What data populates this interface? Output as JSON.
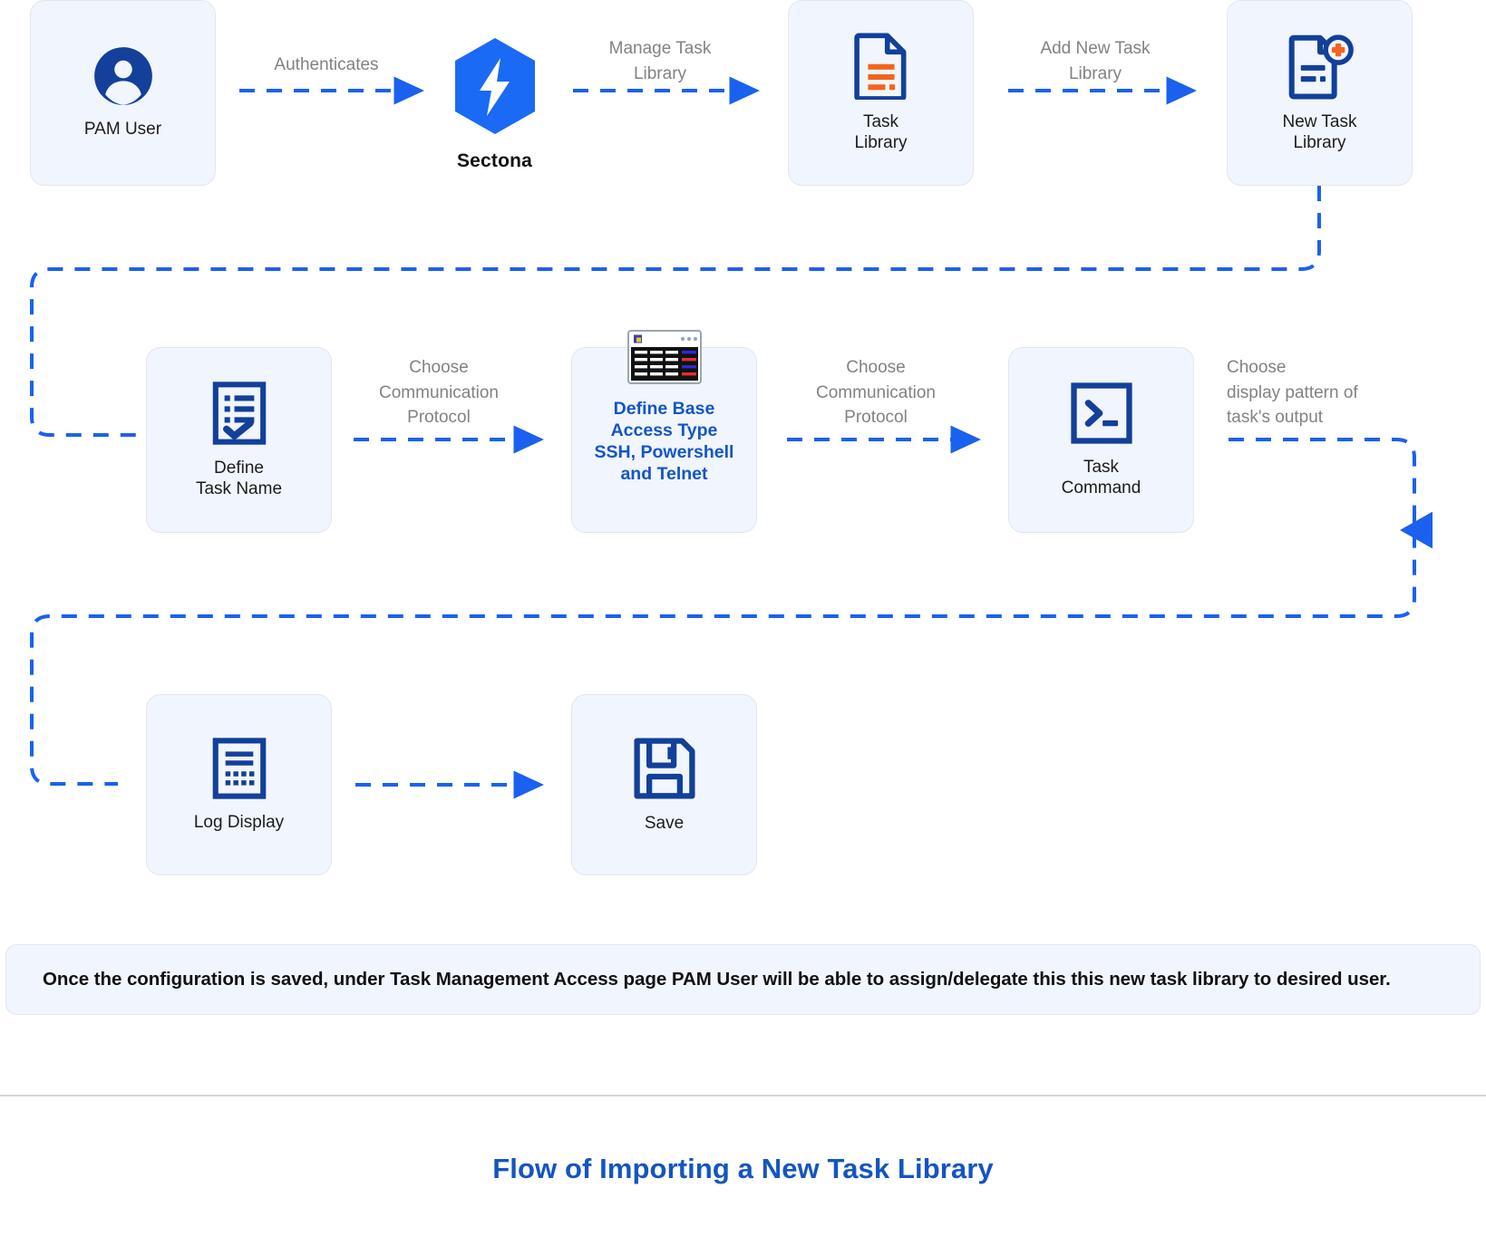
{
  "diagram": {
    "caption": "Flow of Importing a New Task Library",
    "note": "Once the configuration is saved, under Task Management Access page PAM User will be able to assign/delegate this this new task library to desired user.",
    "brand": {
      "name": "Sectona",
      "logo_icon": "sectona-hexagon-bolt-logo",
      "hex_color": "#1a6af5",
      "bolt_color": "#ffffff"
    },
    "colors": {
      "card_fill": "#f1f5fd",
      "card_border": "#e2e6ee",
      "icon_blue": "#12409a",
      "arrow_blue": "#1a61ef",
      "label_gray": "#808285",
      "accent_orange": "#f4641e",
      "caption_blue": "#1455c0"
    },
    "nodes": [
      {
        "id": "pam-user",
        "label": "PAM User",
        "icon": "user-avatar-icon"
      },
      {
        "id": "task-library",
        "label": "Task\nLibrary",
        "icon": "document-list-icon"
      },
      {
        "id": "new-task-library",
        "label": "New Task\nLibrary",
        "icon": "document-add-icon"
      },
      {
        "id": "define-task-name",
        "label": "Define\nTask Name",
        "icon": "checklist-document-icon"
      },
      {
        "id": "define-base-access-type",
        "label": "Define Base\nAccess Type\nSSH, Powershell\nand Telnet",
        "icon": "terminal-window-icon",
        "accent": true
      },
      {
        "id": "task-command",
        "label": "Task\nCommand",
        "icon": "command-prompt-icon"
      },
      {
        "id": "log-display",
        "label": "Log Display",
        "icon": "log-document-icon"
      },
      {
        "id": "save",
        "label": "Save",
        "icon": "floppy-disk-save-icon"
      }
    ],
    "edges": [
      {
        "id": "pam-to-sectona",
        "label": "Authenticates"
      },
      {
        "id": "sectona-to-task-library",
        "label": "Manage Task\nLibrary"
      },
      {
        "id": "task-library-to-new",
        "label": "Add New Task\nLibrary"
      },
      {
        "id": "define-name-to-base-access",
        "label": "Choose\nCommunication\nProtocol"
      },
      {
        "id": "base-access-to-task-command",
        "label": "Choose\nCommunication\nProtocol"
      },
      {
        "id": "task-command-to-log-display",
        "label": "Choose\ndisplay pattern of\ntask's output"
      },
      {
        "id": "log-display-to-save",
        "label": ""
      }
    ]
  }
}
